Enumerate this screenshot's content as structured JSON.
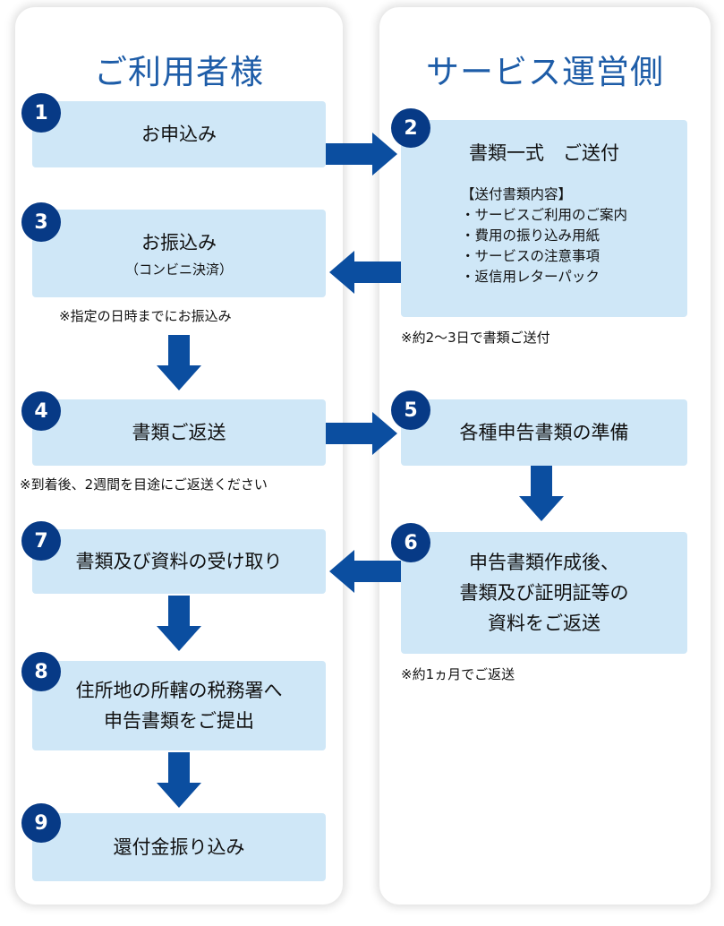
{
  "columns": {
    "user": {
      "title": "ご利用者様"
    },
    "service": {
      "title": "サービス運営側"
    }
  },
  "colors": {
    "box": "#cfe7f7",
    "badge": "#073a86",
    "arrow": "#0b4ea0",
    "header": "#1e5da8"
  },
  "steps": {
    "s1": {
      "num": "1",
      "text": "お申込み"
    },
    "s2": {
      "num": "2",
      "text": "書類一式　ご送付",
      "contents_heading": "【送付書類内容】",
      "contents": [
        "・サービスご利用のご案内",
        "・費用の振り込み用紙",
        "・サービスの注意事項",
        "・返信用レターパック"
      ],
      "note": "※約2～3日で書類ご送付"
    },
    "s3": {
      "num": "3",
      "text": "お振込み",
      "sub": "（コンビニ決済）",
      "note": "※指定の日時までにお振込み"
    },
    "s4": {
      "num": "4",
      "text": "書類ご返送",
      "note": "※到着後、2週間を目途にご返送ください"
    },
    "s5": {
      "num": "5",
      "text": "各種申告書類の準備"
    },
    "s6": {
      "num": "6",
      "lines": [
        "申告書類作成後、",
        "書類及び証明証等の",
        "資料をご返送"
      ],
      "note": "※約1ヵ月でご返送"
    },
    "s7": {
      "num": "7",
      "text": "書類及び資料の受け取り"
    },
    "s8": {
      "num": "8",
      "lines": [
        "住所地の所轄の税務署へ",
        "申告書類をご提出"
      ]
    },
    "s9": {
      "num": "9",
      "text": "還付金振り込み"
    }
  }
}
